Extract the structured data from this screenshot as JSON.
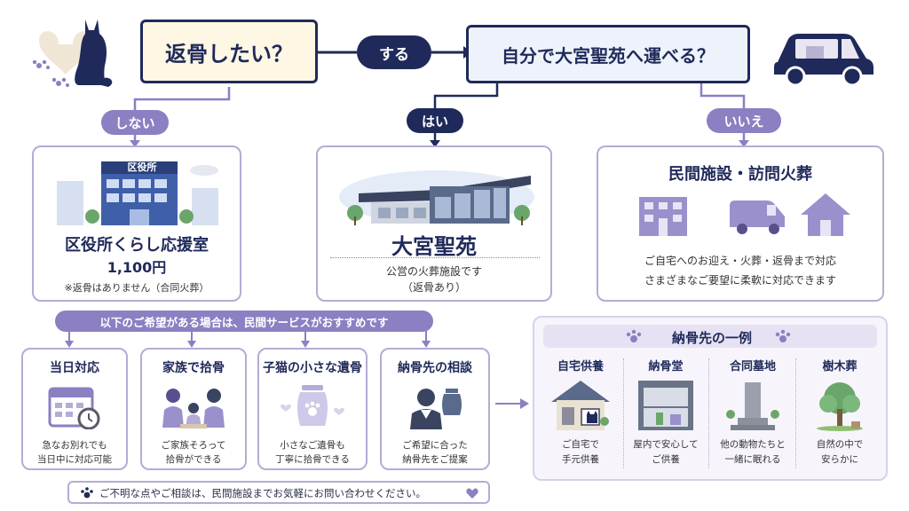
{
  "top": {
    "question1": "返骨したい？",
    "yes_label": "する",
    "question2": "自分で大宮聖苑へ運べる？"
  },
  "branches": {
    "no": {
      "pill": "しない",
      "building_sign": "区役所",
      "title": "区役所くらし応援室",
      "price": "1,100円",
      "note": "※返骨はありません（合同火葬）"
    },
    "yes": {
      "pill": "はい",
      "title": "大宮聖苑",
      "desc_line1": "公営の火葬施設です",
      "desc_line2": "（返骨あり）"
    },
    "iie": {
      "pill": "いいえ",
      "title": "民間施設・訪問火葬",
      "desc_line1": "ご自宅へのお迎え・火葬・返骨まで対応",
      "desc_line2": "さまざまなご要望に柔軟に対応できます"
    }
  },
  "recommend_banner": "以下のご希望がある場合は、民間サービスがおすすめです",
  "services": [
    {
      "title": "当日対応",
      "line1": "急なお別れでも",
      "line2": "当日中に対応可能"
    },
    {
      "title": "家族で拾骨",
      "line1": "ご家族そろって",
      "line2": "拾骨ができる"
    },
    {
      "title": "子猫の小さな遺骨",
      "line1": "小さなご遺骨も",
      "line2": "丁寧に拾骨できる"
    },
    {
      "title": "納骨先の相談",
      "line1": "ご希望に合った",
      "line2": "納骨先をご提案"
    }
  ],
  "noukotsu": {
    "header": "納骨先の一例",
    "items": [
      {
        "title": "自宅供養",
        "line1": "ご自宅で",
        "line2": "手元供養"
      },
      {
        "title": "納骨堂",
        "line1": "屋内で安心して",
        "line2": "ご供養"
      },
      {
        "title": "合同墓地",
        "line1": "他の動物たちと",
        "line2": "一緒に眠れる"
      },
      {
        "title": "樹木葬",
        "line1": "自然の中で",
        "line2": "安らかに"
      }
    ]
  },
  "footer": "ご不明な点やご相談は、民間施設までお気軽にお問い合わせください。",
  "colors": {
    "navy": "#1f2a5a",
    "purple": "#8c7fc2",
    "cream": "#fdf7e3",
    "lavender": "#b3acd6"
  }
}
